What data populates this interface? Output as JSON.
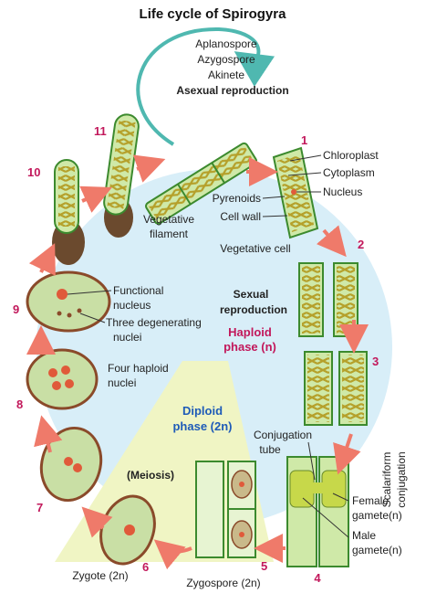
{
  "title": "Life cycle of Spirogyra",
  "asexual": {
    "line1": "Aplanospore",
    "line2": "Azygospore",
    "line3": "Akinete",
    "heading": "Asexual reproduction"
  },
  "labels": {
    "vegetative_filament_1": "Vegetative",
    "vegetative_filament_2": "filament",
    "chloroplast": "Chloroplast",
    "cytoplasm": "Cytoplasm",
    "nucleus": "Nucleus",
    "pyrenoids": "Pyrenoids",
    "cell_wall": "Cell wall",
    "vegetative_cell": "Vegetative cell",
    "sexual_1": "Sexual",
    "sexual_2": "reproduction",
    "haploid_1": "Haploid",
    "haploid_2": "phase (n)",
    "diploid_1": "Diploid",
    "diploid_2": "phase (2n)",
    "meiosis": "(Meiosis)",
    "functional_1": "Functional",
    "functional_2": "nucleus",
    "degenerating_1": "Three degenerating",
    "degenerating_2": "nuclei",
    "four_haploid_1": "Four haploid",
    "four_haploid_2": "nuclei",
    "conjugation_1": "Conjugation",
    "conjugation_2": "tube",
    "scalariform_1": "Scalariform",
    "scalariform_2": "conjugation",
    "female_1": "Female",
    "female_2": "gamete(n)",
    "male_1": "Male",
    "male_2": "gamete(n)",
    "zygote": "Zygote (2n)",
    "zygospore": "Zygospore (2n)"
  },
  "stages": [
    "1",
    "2",
    "3",
    "4",
    "5",
    "6",
    "7",
    "8",
    "9",
    "10",
    "11"
  ],
  "colors": {
    "haploid": "#c2185b",
    "diploid": "#1e5bb8",
    "arrow": "#ef7a6a",
    "stage_number": "#c2185b",
    "cycle_bg": "#d8eef8",
    "diploid_bg": "#f0f5c4",
    "cell_green": "#8cc63f",
    "cell_border": "#3c8a2e",
    "chloroplast": "#b5a02a",
    "zygote_wall": "#8a4a2a",
    "asexual_arrow": "#4fb8b0"
  }
}
